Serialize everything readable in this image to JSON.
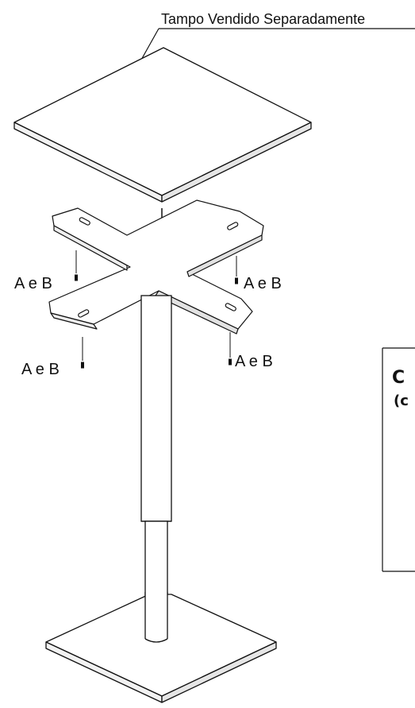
{
  "diagram": {
    "callout": "Tampo Vendido Separadamente",
    "labels": {
      "top_left": "A e B",
      "top_right": "A e B",
      "bottom_left": "A e B",
      "bottom_right": "A e B"
    },
    "side_box": {
      "heading": "C",
      "subheading": "(c"
    }
  }
}
